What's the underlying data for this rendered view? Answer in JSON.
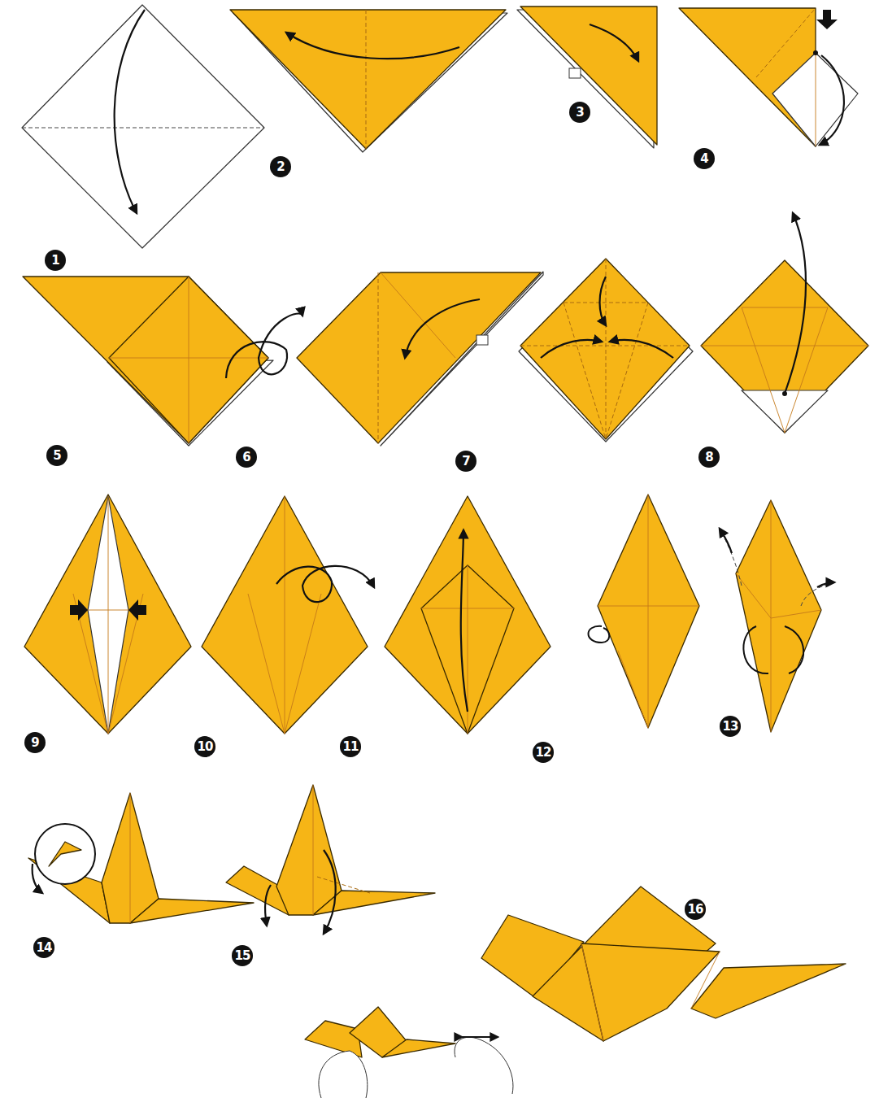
{
  "diagram": {
    "nodes": [
      {
        "text": [
          "1"
        ]
      },
      {
        "text": [
          "2"
        ]
      },
      {
        "text": [
          "3"
        ]
      },
      {
        "text": [
          "4"
        ]
      },
      {
        "text": [
          "5"
        ]
      },
      {
        "text": [
          "6"
        ]
      },
      {
        "text": [
          "7"
        ]
      },
      {
        "text": [
          "8"
        ]
      },
      {
        "text": [
          "9"
        ]
      },
      {
        "text": [
          "10"
        ]
      },
      {
        "text": [
          "11"
        ]
      },
      {
        "text": [
          "12"
        ]
      },
      {
        "text": [
          "13"
        ]
      },
      {
        "text": [
          "14"
        ]
      },
      {
        "text": [
          "15"
        ]
      },
      {
        "text": [
          "16"
        ]
      }
    ]
  }
}
